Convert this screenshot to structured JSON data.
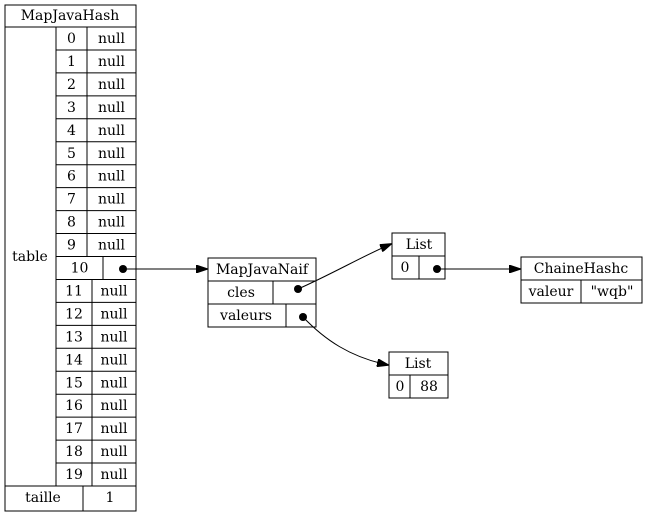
{
  "map_java_hash": {
    "title": "MapJavaHash",
    "table_label": "table",
    "rows": [
      {
        "index": "0",
        "value": "null"
      },
      {
        "index": "1",
        "value": "null"
      },
      {
        "index": "2",
        "value": "null"
      },
      {
        "index": "3",
        "value": "null"
      },
      {
        "index": "4",
        "value": "null"
      },
      {
        "index": "5",
        "value": "null"
      },
      {
        "index": "6",
        "value": "null"
      },
      {
        "index": "7",
        "value": "null"
      },
      {
        "index": "8",
        "value": "null"
      },
      {
        "index": "9",
        "value": "null"
      },
      {
        "index": "10",
        "value": ""
      },
      {
        "index": "11",
        "value": "null"
      },
      {
        "index": "12",
        "value": "null"
      },
      {
        "index": "13",
        "value": "null"
      },
      {
        "index": "14",
        "value": "null"
      },
      {
        "index": "15",
        "value": "null"
      },
      {
        "index": "16",
        "value": "null"
      },
      {
        "index": "17",
        "value": "null"
      },
      {
        "index": "18",
        "value": "null"
      },
      {
        "index": "19",
        "value": "null"
      }
    ],
    "taille_label": "taille",
    "taille_value": "1"
  },
  "map_java_naif": {
    "title": "MapJavaNaif",
    "cles_label": "cles",
    "valeurs_label": "valeurs"
  },
  "list_cles": {
    "title": "List",
    "index": "0"
  },
  "chaine_hashc": {
    "title": "ChaineHashc",
    "field_label": "valeur",
    "field_value": "\"wqb\""
  },
  "list_valeurs": {
    "title": "List",
    "index": "0",
    "value": "88"
  }
}
